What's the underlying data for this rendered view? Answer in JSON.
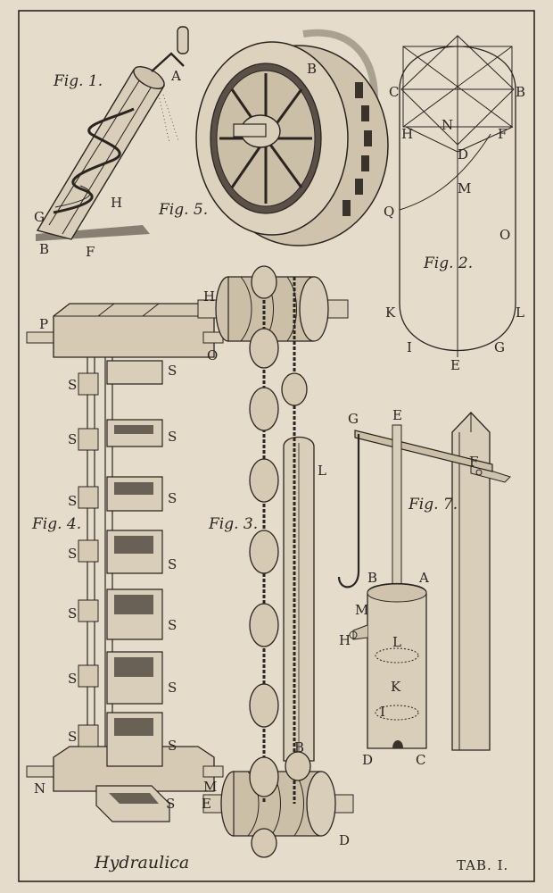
{
  "plate": {
    "title": "Hydraulica",
    "tab": "TAB. I.",
    "colors": {
      "paper": "#e6dccb",
      "ink": "#2a2520"
    }
  },
  "fig1": {
    "caption": "Fig. 1.",
    "labels": {
      "A": "A",
      "B": "B",
      "F": "F",
      "G": "G",
      "H": "H"
    }
  },
  "fig2": {
    "caption": "Fig. 2.",
    "labels": {
      "B": "B",
      "C": "C",
      "D": "D",
      "E": "E",
      "F": "F",
      "G": "G",
      "H": "H",
      "I": "I",
      "K": "K",
      "L": "L",
      "M": "M",
      "N": "N",
      "O": "O",
      "Q": "Q"
    }
  },
  "fig3": {
    "caption": "Fig. 3.",
    "labels": {
      "B": "B",
      "D": "D",
      "E": "E",
      "H": "H",
      "L": "L"
    }
  },
  "fig4": {
    "caption": "Fig. 4.",
    "labels": {
      "P": "P",
      "O": "O",
      "N": "N",
      "M": "M",
      "S": "S"
    }
  },
  "fig5": {
    "caption": "Fig. 5.",
    "labels": {
      "B": "B"
    }
  },
  "fig7": {
    "caption": "Fig. 7.",
    "labels": {
      "G": "G",
      "E": "E",
      "F": "F",
      "B": "B",
      "A": "A",
      "M": "M",
      "H": "H",
      "L": "L",
      "K": "K",
      "I": "I",
      "D": "D",
      "C": "C"
    }
  }
}
